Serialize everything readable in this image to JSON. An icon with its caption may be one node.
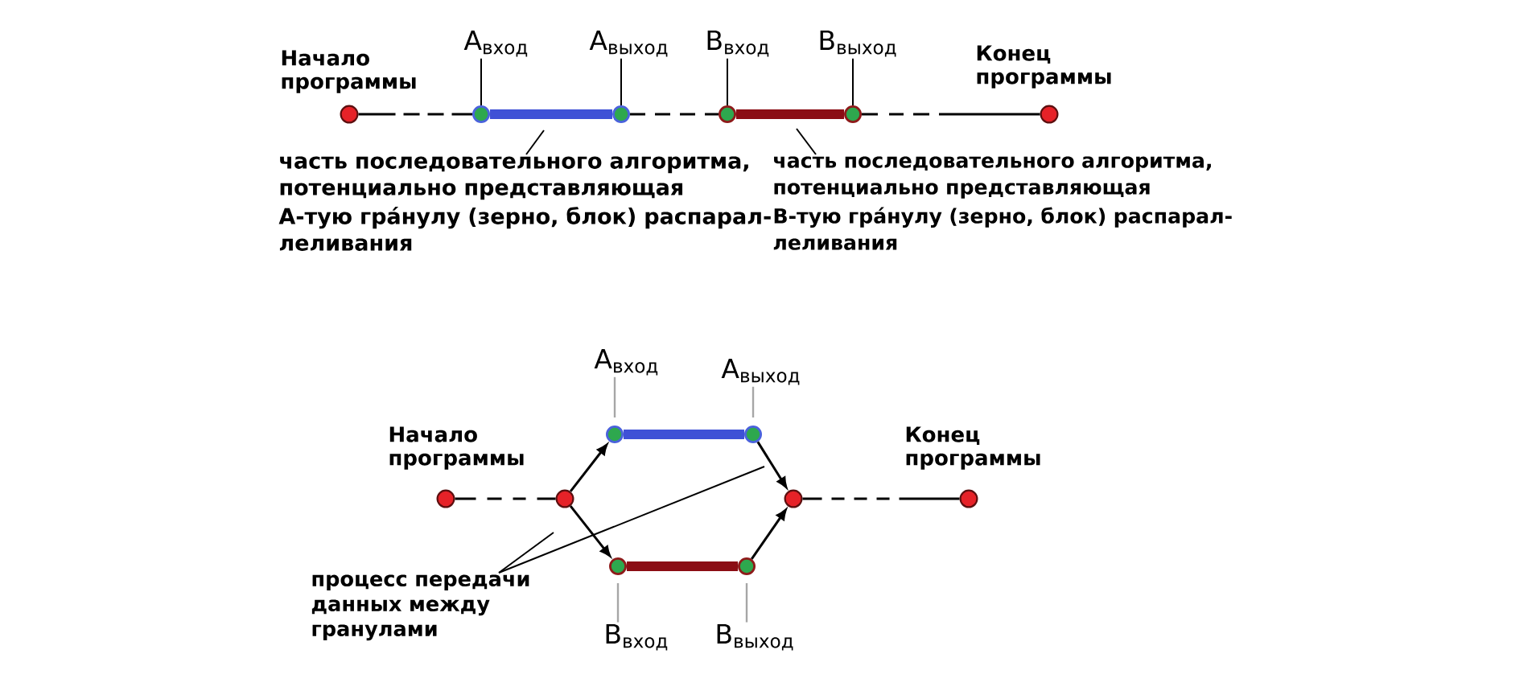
{
  "diagram": {
    "nodes": [
      {
        "text": [],
        "shape": "circle",
        "beside": [
          "Начало программы"
        ]
      },
      {
        "text": [
          "А$_{вход}$"
        ]
      },
      {
        "text": [],
        "shape": "circle"
      },
      {
        "text": [
          "А$_{выход}$"
        ]
      },
      {
        "text": [],
        "shape": "circle"
      },
      {
        "text": [
          "В$_{вход}$"
        ]
      },
      {
        "text": [],
        "shape": "circle"
      },
      {
        "text": [
          "В$_{выход}$"
        ]
      },
      {
        "text": [],
        "shape": "circle"
      },
      {
        "text": [],
        "shape": "circle",
        "beside": [
          "Конец программы"
        ]
      },
      {
        "text": [
          "часть последовательного алгоритма, потенциально представляющая",
          "А-тую гра́нулу (зерно, блок) распарал- леливания"
        ]
      },
      {
        "text": [
          "часть последовательного алгоритма, потенциально представляющая",
          "В-тую гра́нулу (зерно, блок) распарал- леливания"
        ]
      },
      {
        "text": [],
        "shape": "circle",
        "beside": [
          "Начало программы"
        ]
      },
      {
        "text": [],
        "shape": "circle"
      },
      {
        "text": [
          "А$_{вход}$"
        ]
      },
      {
        "text": [],
        "shape": "circle"
      },
      {
        "text": [
          "А$_{выход}$"
        ]
      },
      {
        "text": [],
        "shape": "circle"
      },
      {
        "text": [],
        "shape": "circle"
      },
      {
        "text": [
          "В$_{вход}$"
        ]
      },
      {
        "text": [],
        "shape": "circle"
      },
      {
        "text": [
          "В$_{выход}$"
        ]
      },
      {
        "text": [],
        "shape": "circle"
      },
      {
        "text": [],
        "shape": "circle",
        "beside": [
          "Конец программы"
        ]
      },
      {
        "text": [
          "процесс передачи данных между гранулами"
        ]
      }
    ],
    "edges": [
      {
        "from": 0,
        "to": 2,
        "arrow": "none",
        "style": "dashed"
      },
      {
        "from": 2,
        "to": 4,
        "arrow": "none",
        "style": "thick",
        "color": "#3f51d6"
      },
      {
        "from": 4,
        "to": 6,
        "arrow": "none",
        "style": "dashed"
      },
      {
        "from": 6,
        "to": 8,
        "arrow": "none",
        "style": "thick",
        "color": "#8b0d14"
      },
      {
        "from": 8,
        "to": 9,
        "arrow": "none",
        "style": "dashed"
      },
      {
        "from": 1,
        "to": 2,
        "arrow": "none"
      },
      {
        "from": 3,
        "to": 4,
        "arrow": "none"
      },
      {
        "from": 5,
        "to": 6,
        "arrow": "none"
      },
      {
        "from": 7,
        "to": 8,
        "arrow": "none"
      },
      {
        "from": 10,
        "to": null,
        "arrow": "none"
      },
      {
        "from": 11,
        "to": null,
        "arrow": "none"
      },
      {
        "from": 12,
        "to": 13,
        "arrow": "none",
        "style": "dashed"
      },
      {
        "from": 13,
        "to": 15,
        "arrow": "to"
      },
      {
        "from": 13,
        "to": 18,
        "arrow": "to"
      },
      {
        "from": 15,
        "to": 17,
        "arrow": "none",
        "style": "thick",
        "color": "#3f51d6"
      },
      {
        "from": 18,
        "to": 20,
        "arrow": "none",
        "style": "thick",
        "color": "#8b0d14"
      },
      {
        "from": 17,
        "to": 22,
        "arrow": "to"
      },
      {
        "from": 20,
        "to": 22,
        "arrow": "to"
      },
      {
        "from": 22,
        "to": 23,
        "arrow": "none",
        "style": "dashed"
      },
      {
        "from": 14,
        "to": 15,
        "arrow": "none",
        "color": "#a6a6a6"
      },
      {
        "from": 16,
        "to": 17,
        "arrow": "none",
        "color": "#a6a6a6"
      },
      {
        "from": 19,
        "to": 18,
        "arrow": "none",
        "color": "#a6a6a6"
      },
      {
        "from": 21,
        "to": 20,
        "arrow": "none",
        "color": "#a6a6a6"
      },
      {
        "from": 24,
        "to": null,
        "arrow": "none"
      },
      {
        "from": 24,
        "to": null,
        "arrow": "none"
      }
    ]
  }
}
